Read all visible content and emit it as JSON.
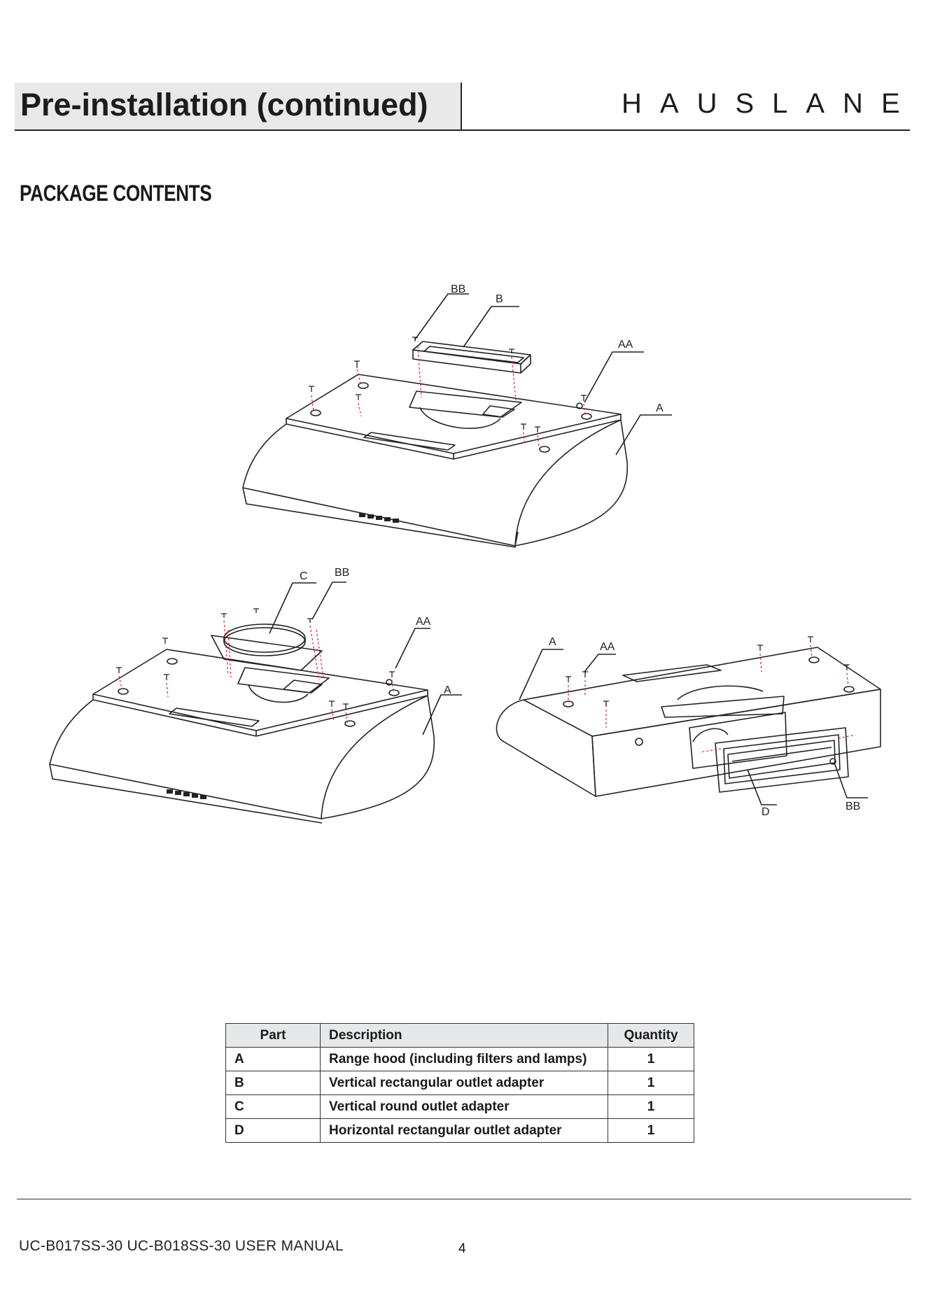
{
  "header": {
    "title": "Pre-installation (continued)",
    "brand": "HAUSLANE"
  },
  "section": {
    "title": "PACKAGE CONTENTS"
  },
  "diagram_labels": {
    "top_bb": "BB",
    "top_b": "B",
    "top_aa": "AA",
    "top_a": "A",
    "left_c": "C",
    "left_bb": "BB",
    "left_aa": "AA",
    "left_a": "A",
    "right_a": "A",
    "right_aa": "AA",
    "right_d": "D",
    "right_bb": "BB"
  },
  "table": {
    "headers": [
      "Part",
      "Description",
      "Quantity"
    ],
    "rows": [
      {
        "part": "A",
        "description": "Range hood (including filters and lamps)",
        "quantity": "1"
      },
      {
        "part": "B",
        "description": "Vertical rectangular outlet adapter",
        "quantity": "1"
      },
      {
        "part": "C",
        "description": "Vertical round outlet adapter",
        "quantity": "1"
      },
      {
        "part": "D",
        "description": "Horizontal rectangular outlet adapter",
        "quantity": "1"
      }
    ]
  },
  "footer": {
    "manual": "UC-B017SS-30  UC-B018SS-30  USER MANUAL",
    "page": "4"
  }
}
